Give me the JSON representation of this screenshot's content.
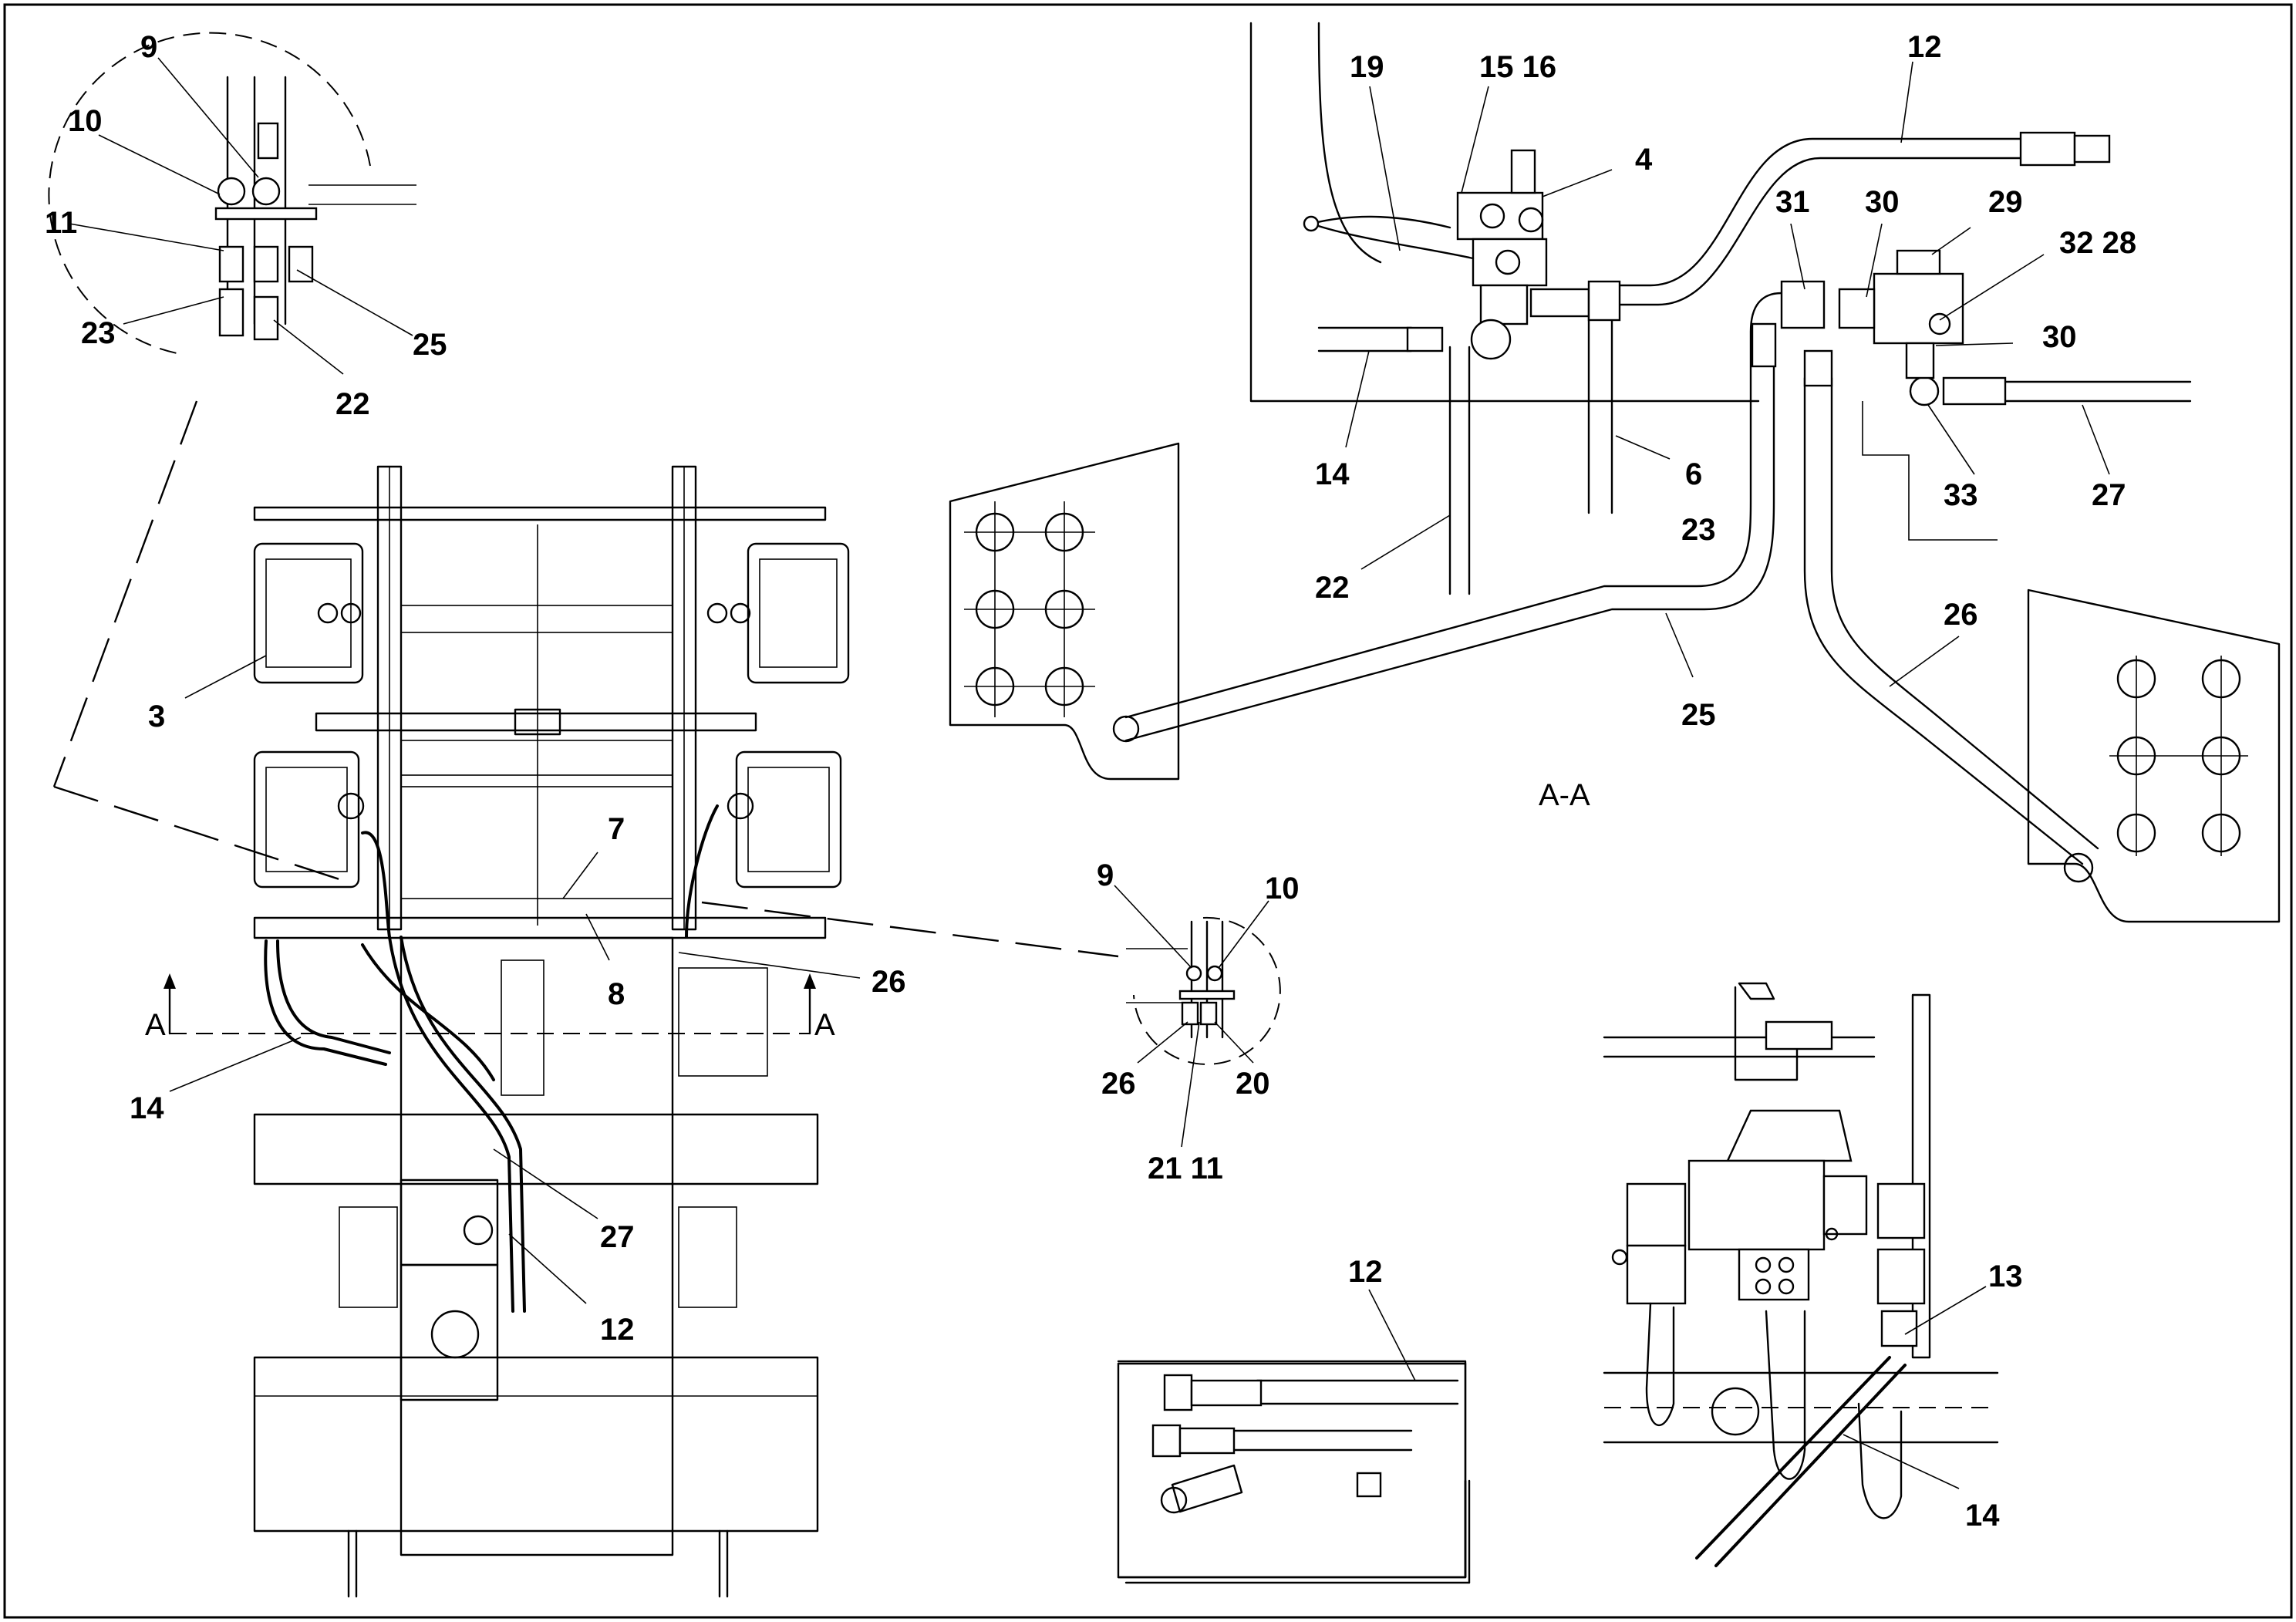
{
  "section_label": "A-A",
  "section_marks": [
    "A",
    "A"
  ],
  "overview_callouts": [
    "3",
    "7",
    "8",
    "26",
    "14",
    "27",
    "12"
  ],
  "detail_top_left_callouts": [
    "9",
    "10",
    "11",
    "23",
    "25",
    "22"
  ],
  "detail_mid_callouts": [
    "9",
    "10",
    "26",
    "20",
    "21 11"
  ],
  "section_callouts": [
    "19",
    "15 16",
    "12",
    "4",
    "31",
    "30",
    "29",
    "32 28",
    "30",
    "14",
    "6",
    "33",
    "27",
    "23",
    "22",
    "26",
    "25"
  ],
  "detail_bottom_callouts": [
    "12"
  ],
  "detail_bottom_right_callouts": [
    "13",
    "14"
  ]
}
